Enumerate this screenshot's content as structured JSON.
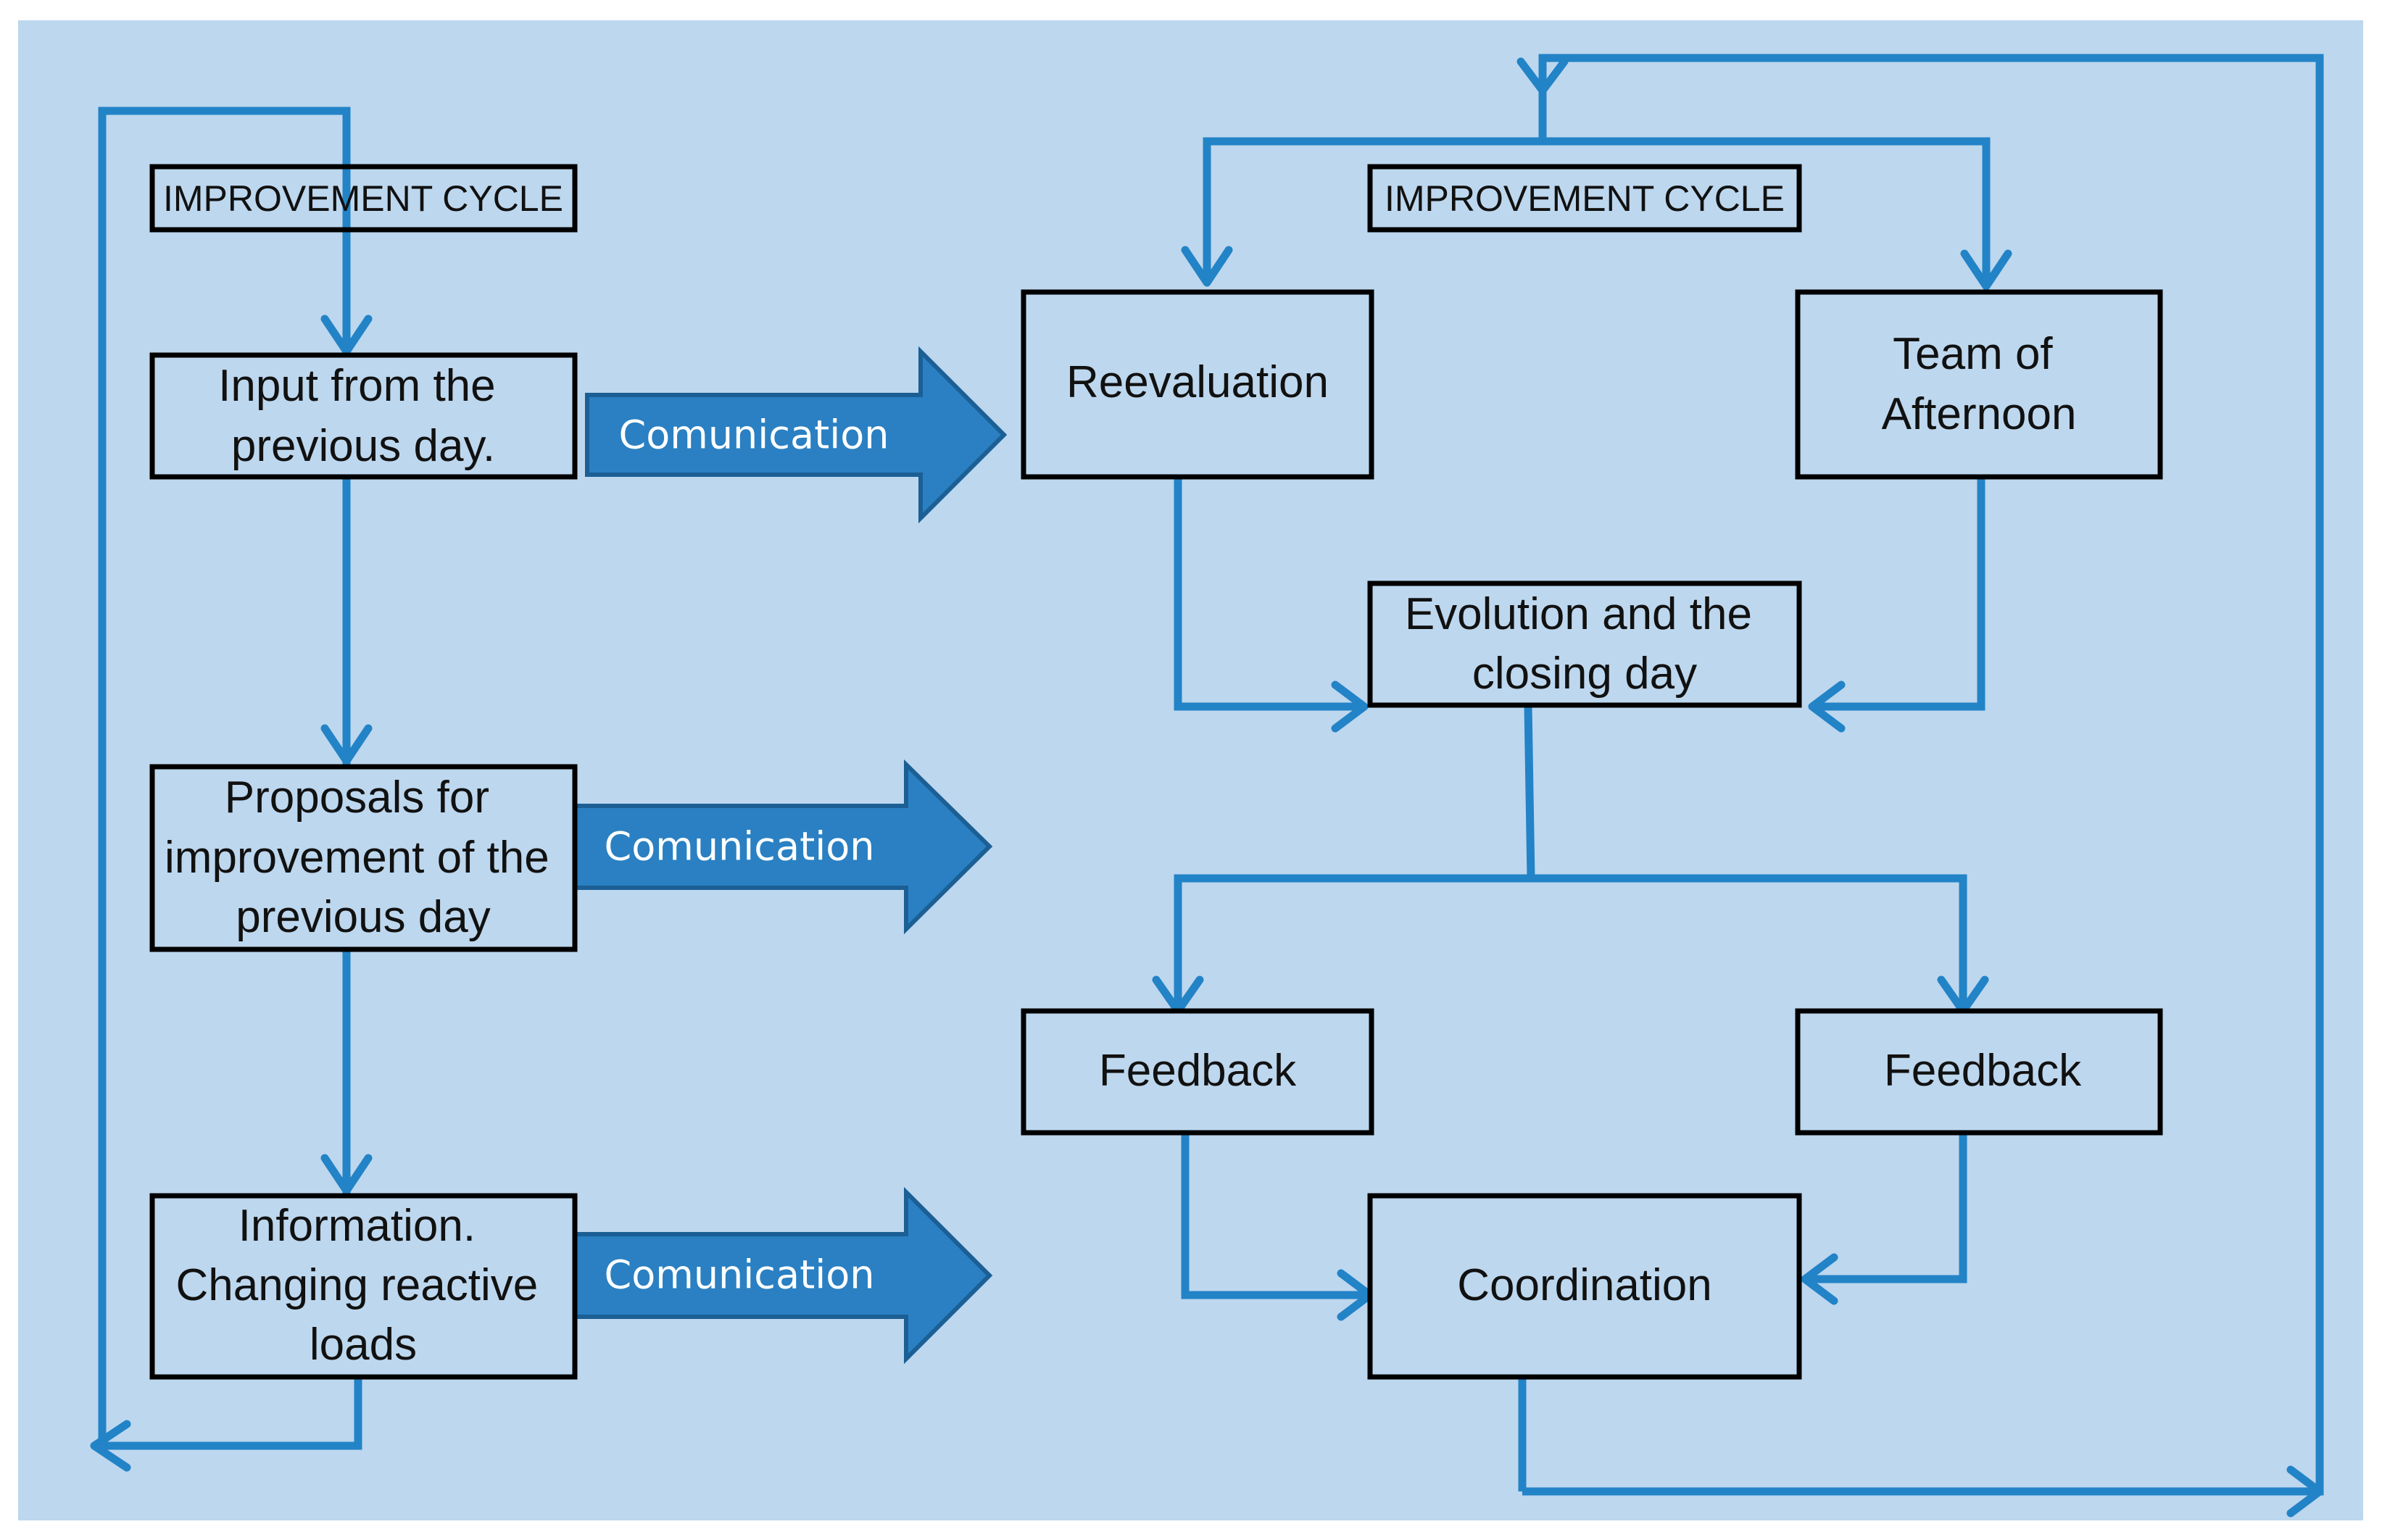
{
  "colors": {
    "background": "#bdd7ee",
    "connector": "#2283c7",
    "block_arrow_fill": "#2a80c2",
    "block_arrow_stroke": "#1b5f95",
    "box_fill": "#bdd7ee",
    "box_border": "#000000"
  },
  "left_cycle": {
    "title": "IMPROVEMENT CYCLE",
    "steps": [
      {
        "lines": [
          "Input from the",
          "previous day."
        ]
      },
      {
        "lines": [
          "Proposals for",
          "improvement of the",
          "previous day"
        ]
      },
      {
        "lines": [
          "Information.",
          "Changing reactive",
          "loads"
        ]
      }
    ]
  },
  "communication_arrows": [
    {
      "label": "Comunication"
    },
    {
      "label": "Comunication"
    },
    {
      "label": "Comunication"
    }
  ],
  "right_cycle": {
    "title": "IMPROVEMENT CYCLE",
    "reevaluation": {
      "lines": [
        "Reevaluation"
      ]
    },
    "team_afternoon": {
      "lines": [
        "Team of",
        "Afternoon"
      ]
    },
    "evolution": {
      "lines": [
        "Evolution and the",
        "closing day"
      ]
    },
    "feedback_left": {
      "lines": [
        "Feedback"
      ]
    },
    "feedback_right": {
      "lines": [
        "Feedback"
      ]
    },
    "coordination": {
      "lines": [
        "Coordination"
      ]
    }
  }
}
